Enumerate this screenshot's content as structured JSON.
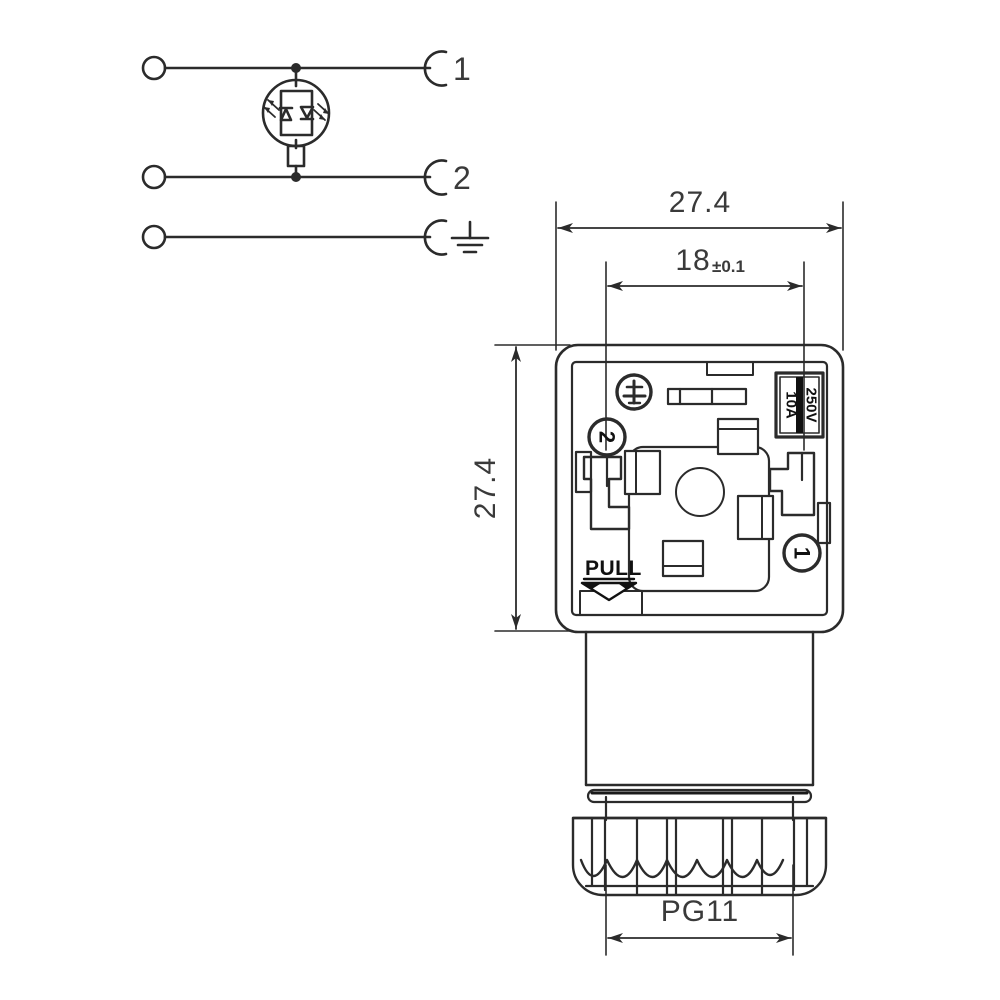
{
  "drawing": {
    "title": "DIN 43650 Form A valve connector with LED indicator",
    "line_color": "#2b2b2b",
    "text_color": "#3a3a3a"
  },
  "schematic": {
    "name": "circuit-schematic",
    "terminals": [
      {
        "id": "t1",
        "label": "1",
        "contact": "socket-contact"
      },
      {
        "id": "t2",
        "label": "2",
        "contact": "socket-contact"
      },
      {
        "id": "tpe",
        "label": "",
        "contact": "socket-contact",
        "symbol": "earth-ground-icon"
      }
    ],
    "components": [
      {
        "name": "bidirectional-led",
        "symbol": "two-antiparallel-leds-in-circle"
      },
      {
        "name": "series-resistor",
        "symbol": "resistor-rectangle"
      }
    ]
  },
  "dimensions": {
    "width_overall": "27.4",
    "height_overall": "27.4",
    "pin_spacing": "18",
    "pin_spacing_tolerance": "±0.1",
    "thread": "PG11"
  },
  "connector": {
    "name": "connector-front-view",
    "markings": {
      "earth_symbol": "earth-ground-icon",
      "terminal_2": "2",
      "terminal_1": "1",
      "rating_current": "10A",
      "rating_voltage": "250V",
      "pull_label": "PULL",
      "pull_arrow": "triangle-down-icon"
    }
  }
}
